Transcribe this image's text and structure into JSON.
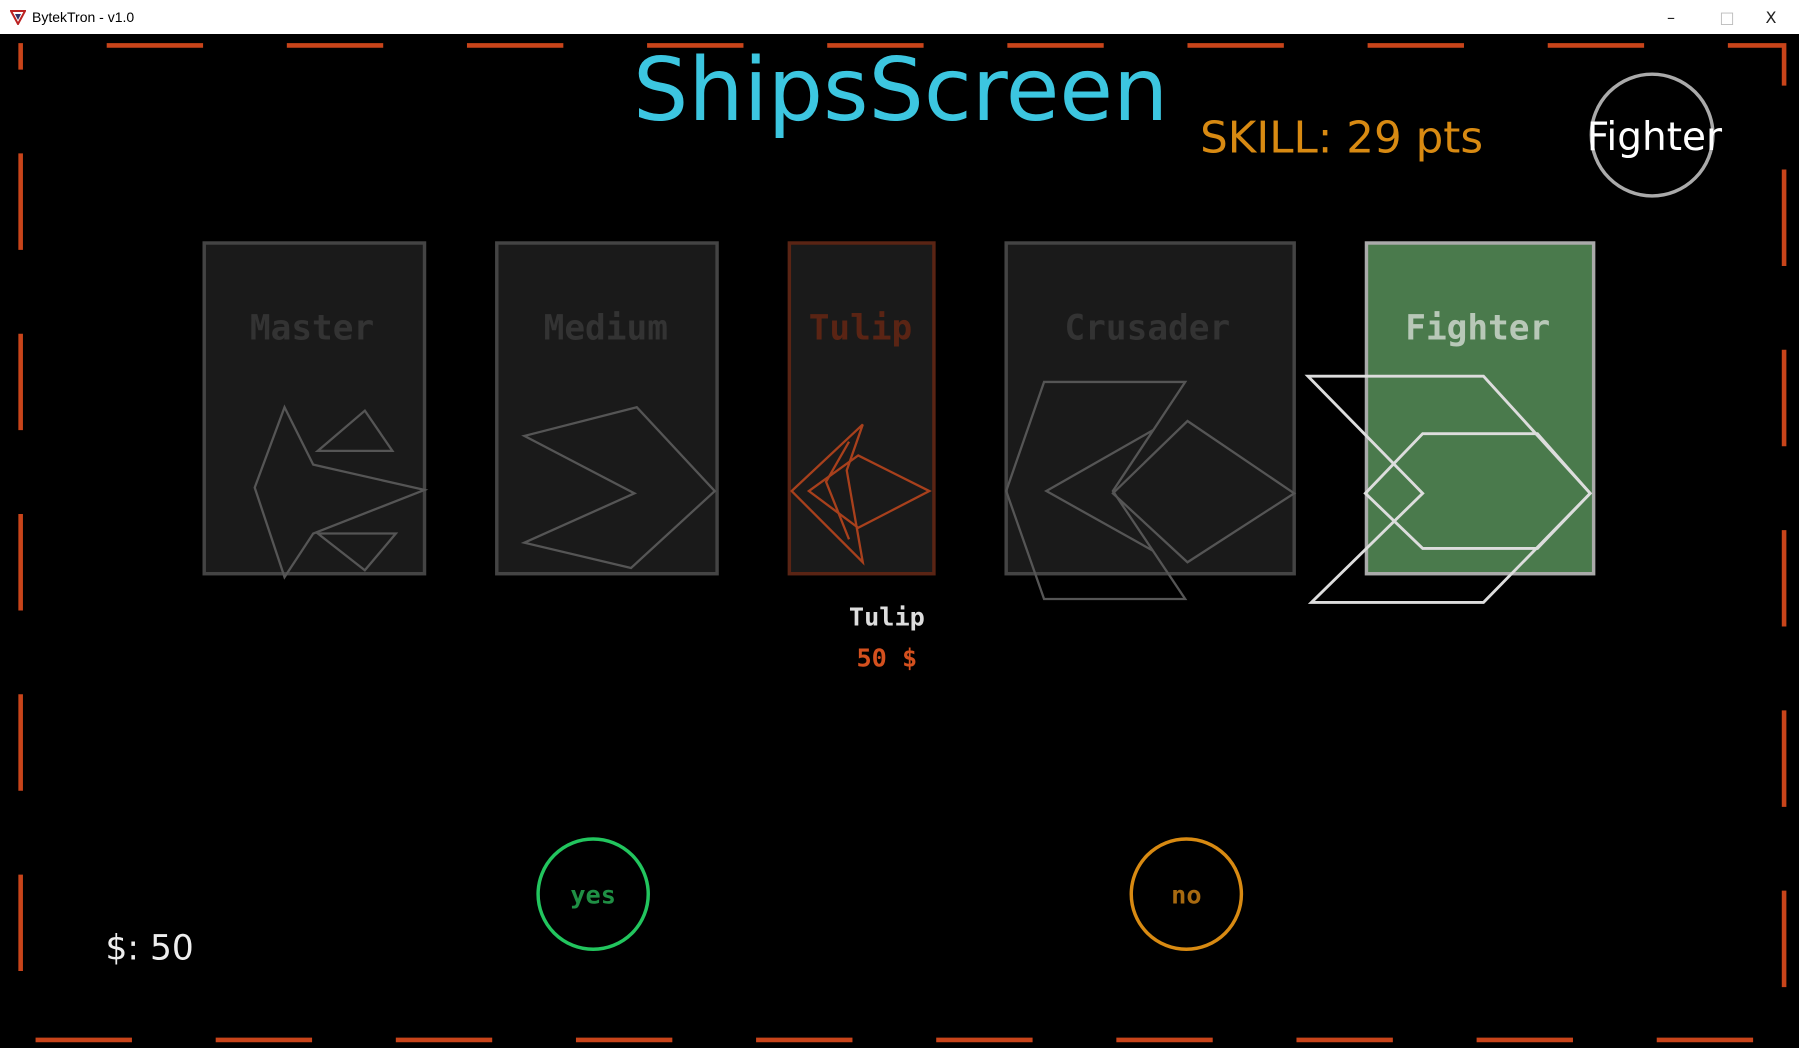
{
  "window": {
    "title": "BytekTron - v1.0",
    "minimize": "–",
    "maximize": "□",
    "close": "X"
  },
  "screen": {
    "title": "ShipsScreen",
    "skill": "SKILL: 29 pts",
    "current_ship": "Fighter",
    "money": "$: 50"
  },
  "ships": [
    {
      "name": "Master"
    },
    {
      "name": "Medium"
    },
    {
      "name": "Tulip"
    },
    {
      "name": "Crusader"
    },
    {
      "name": "Fighter"
    }
  ],
  "selection": {
    "name": "Tulip",
    "price": "50 $"
  },
  "buttons": {
    "yes": "yes",
    "no": "no"
  },
  "colors": {
    "accent": "#3cc6e0",
    "border": "#c8441a",
    "skill": "#d88a12",
    "yes": "#22c55e",
    "no": "#d88a12",
    "selected_card": "#4a7a4c"
  }
}
